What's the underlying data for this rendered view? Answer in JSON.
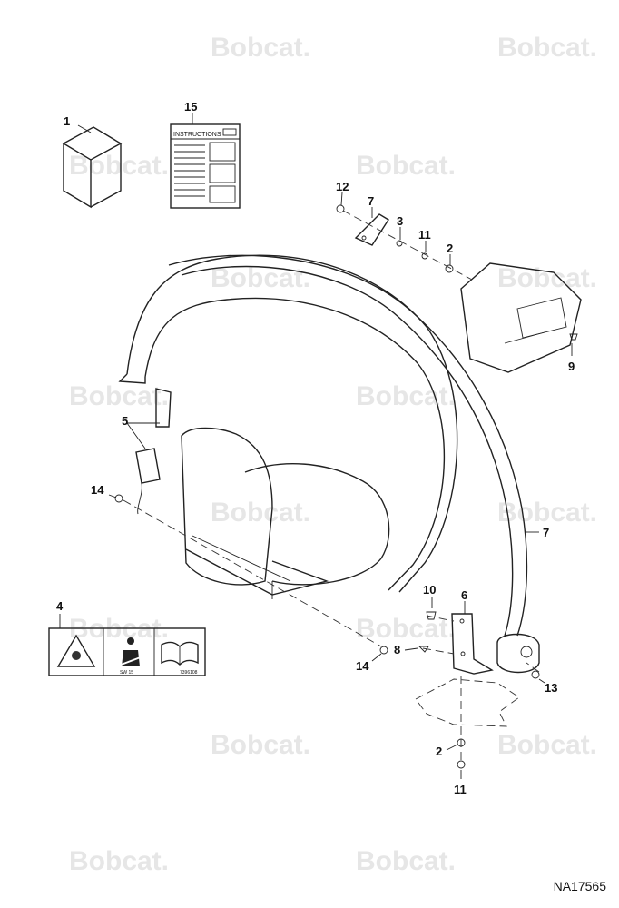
{
  "watermark": {
    "text": "Bobcat."
  },
  "drawing_id": "NA17565",
  "instructions_label": "INSTRUCTIONS",
  "decal_small_text": {
    "left": "SW 15",
    "right": "7396108"
  },
  "callouts": {
    "c1": "1",
    "c15": "15",
    "c12": "12",
    "c7_top": "7",
    "c3": "3",
    "c11_top": "11",
    "c2_top": "2",
    "c9": "9",
    "c5": "5",
    "c14_left": "14",
    "c7_right": "7",
    "c4": "4",
    "c10": "10",
    "c6": "6",
    "c8": "8",
    "c14_bottom": "14",
    "c13": "13",
    "c2_bottom": "2",
    "c11_bottom": "11"
  }
}
